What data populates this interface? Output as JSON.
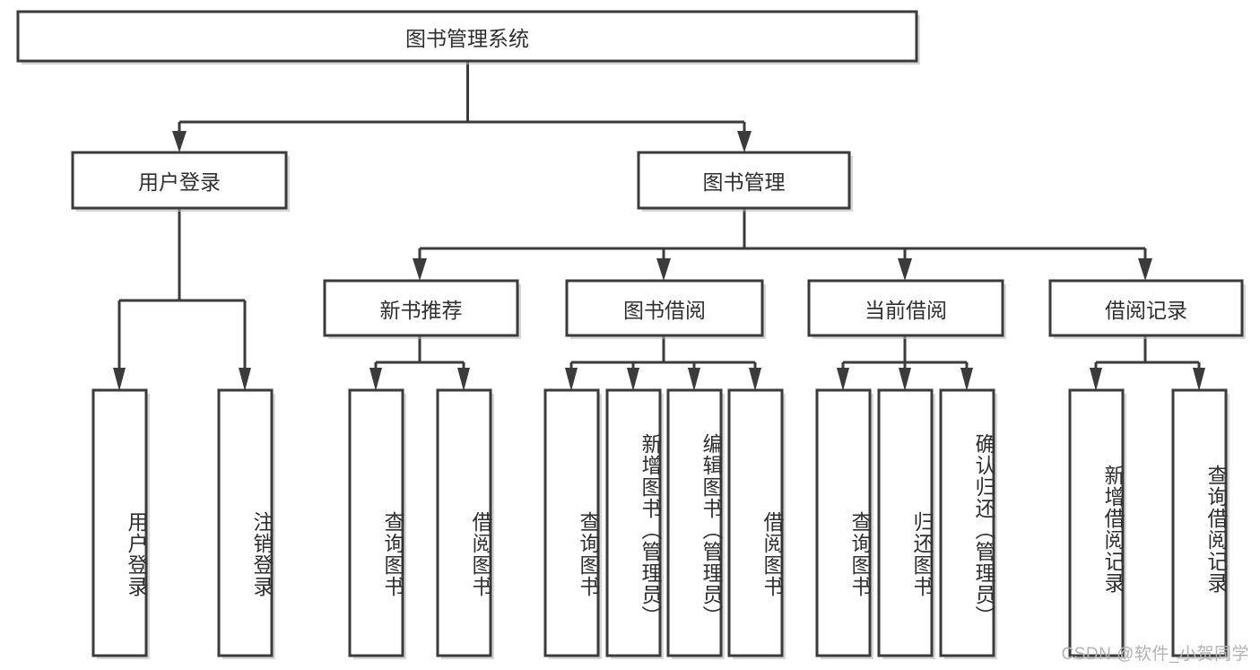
{
  "diagram": {
    "type": "tree-hierarchy",
    "title": "图书管理系统",
    "watermark": "CSDN @软件_小贺同学",
    "colors": {
      "stroke": "#3b3b3b",
      "node_fill": "#ffffff",
      "text": "#2f2f2f",
      "background": "#ffffff",
      "watermark": "#b3b3b3",
      "shadow": "#b8b8b8"
    },
    "root": {
      "id": "root",
      "label": "图书管理系统",
      "orientation": "horizontal"
    },
    "level2": [
      {
        "id": "user-login",
        "label": "用户登录",
        "orientation": "horizontal"
      },
      {
        "id": "book-manage",
        "label": "图书管理",
        "orientation": "horizontal"
      }
    ],
    "level3": [
      {
        "id": "new-book-rec",
        "label": "新书推荐",
        "orientation": "horizontal",
        "parent": "book-manage"
      },
      {
        "id": "book-borrow",
        "label": "图书借阅",
        "orientation": "horizontal",
        "parent": "book-manage"
      },
      {
        "id": "current-borrow",
        "label": "当前借阅",
        "orientation": "horizontal",
        "parent": "book-manage"
      },
      {
        "id": "borrow-record",
        "label": "借阅记录",
        "orientation": "horizontal",
        "parent": "book-manage"
      }
    ],
    "leaves": {
      "user-login": [
        {
          "id": "leaf-user-login",
          "label": "用户登录"
        },
        {
          "id": "leaf-user-logout",
          "label": "注销登录"
        }
      ],
      "new-book-rec": [
        {
          "id": "leaf-query-book-1",
          "label": "查询图书"
        },
        {
          "id": "leaf-borrow-book-1",
          "label": "借阅图书"
        }
      ],
      "book-borrow": [
        {
          "id": "leaf-query-book-2",
          "label": "查询图书"
        },
        {
          "id": "leaf-add-book",
          "label": "新增图书（管理员）"
        },
        {
          "id": "leaf-edit-book",
          "label": "编辑图书（管理员）"
        },
        {
          "id": "leaf-borrow-book-2",
          "label": "借阅图书"
        }
      ],
      "current-borrow": [
        {
          "id": "leaf-query-book-3",
          "label": "查询图书"
        },
        {
          "id": "leaf-return-book",
          "label": "归还图书"
        },
        {
          "id": "leaf-confirm-return",
          "label": "确认归还（管理员）"
        }
      ],
      "borrow-record": [
        {
          "id": "leaf-add-record",
          "label": "新增借阅记录"
        },
        {
          "id": "leaf-query-record",
          "label": "查询借阅记录"
        }
      ]
    }
  }
}
